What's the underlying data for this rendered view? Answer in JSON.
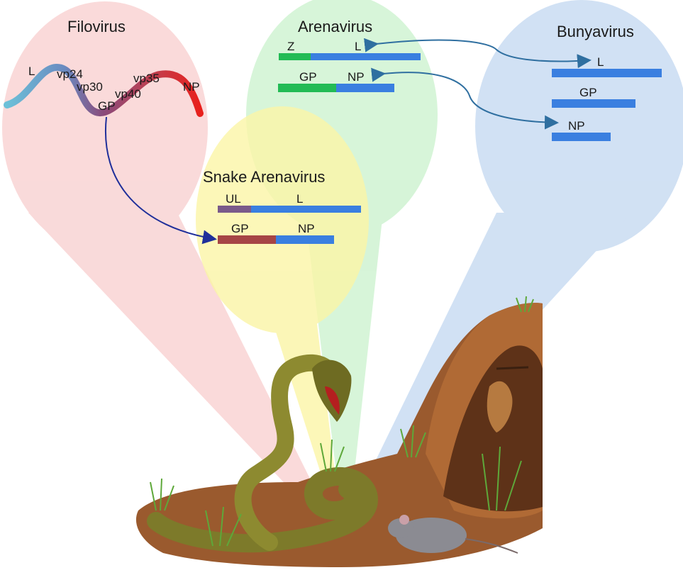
{
  "panels": {
    "filovirus": {
      "title": "Filovirus",
      "genes": [
        "L",
        "vp24",
        "vp30",
        "GP",
        "vp40",
        "vp35",
        "NP"
      ]
    },
    "arenavirus": {
      "title": "Arenavirus",
      "segment_small": [
        "Z",
        "L"
      ],
      "segment_large": [
        "GP",
        "NP"
      ]
    },
    "bunyavirus": {
      "title": "Bunyavirus",
      "segments": [
        "L",
        "GP",
        "NP"
      ]
    },
    "snake_arenavirus": {
      "title": "Snake Arenavirus",
      "segment_small": [
        "UL",
        "L"
      ],
      "segment_large": [
        "GP",
        "NP"
      ]
    }
  },
  "colors": {
    "filovirus_bubble": "#f9d4d4",
    "arenavirus_bubble": "#cdf2cf",
    "bunyavirus_bubble": "#c9dcf2",
    "snake_bubble": "#fbf5a6",
    "segment_blue": "#3a7fe0",
    "segment_green": "#22bb55",
    "segment_purple": "#7a5a8a",
    "segment_brown": "#a64545",
    "arrow_blue": "#2f6fa0",
    "arrow_navy": "#1f2f9a",
    "soil": "#9a5a2e",
    "snake": "#7d7a2a"
  },
  "icons": [
    "snake",
    "bat",
    "mouse",
    "termite-mound",
    "grass"
  ]
}
